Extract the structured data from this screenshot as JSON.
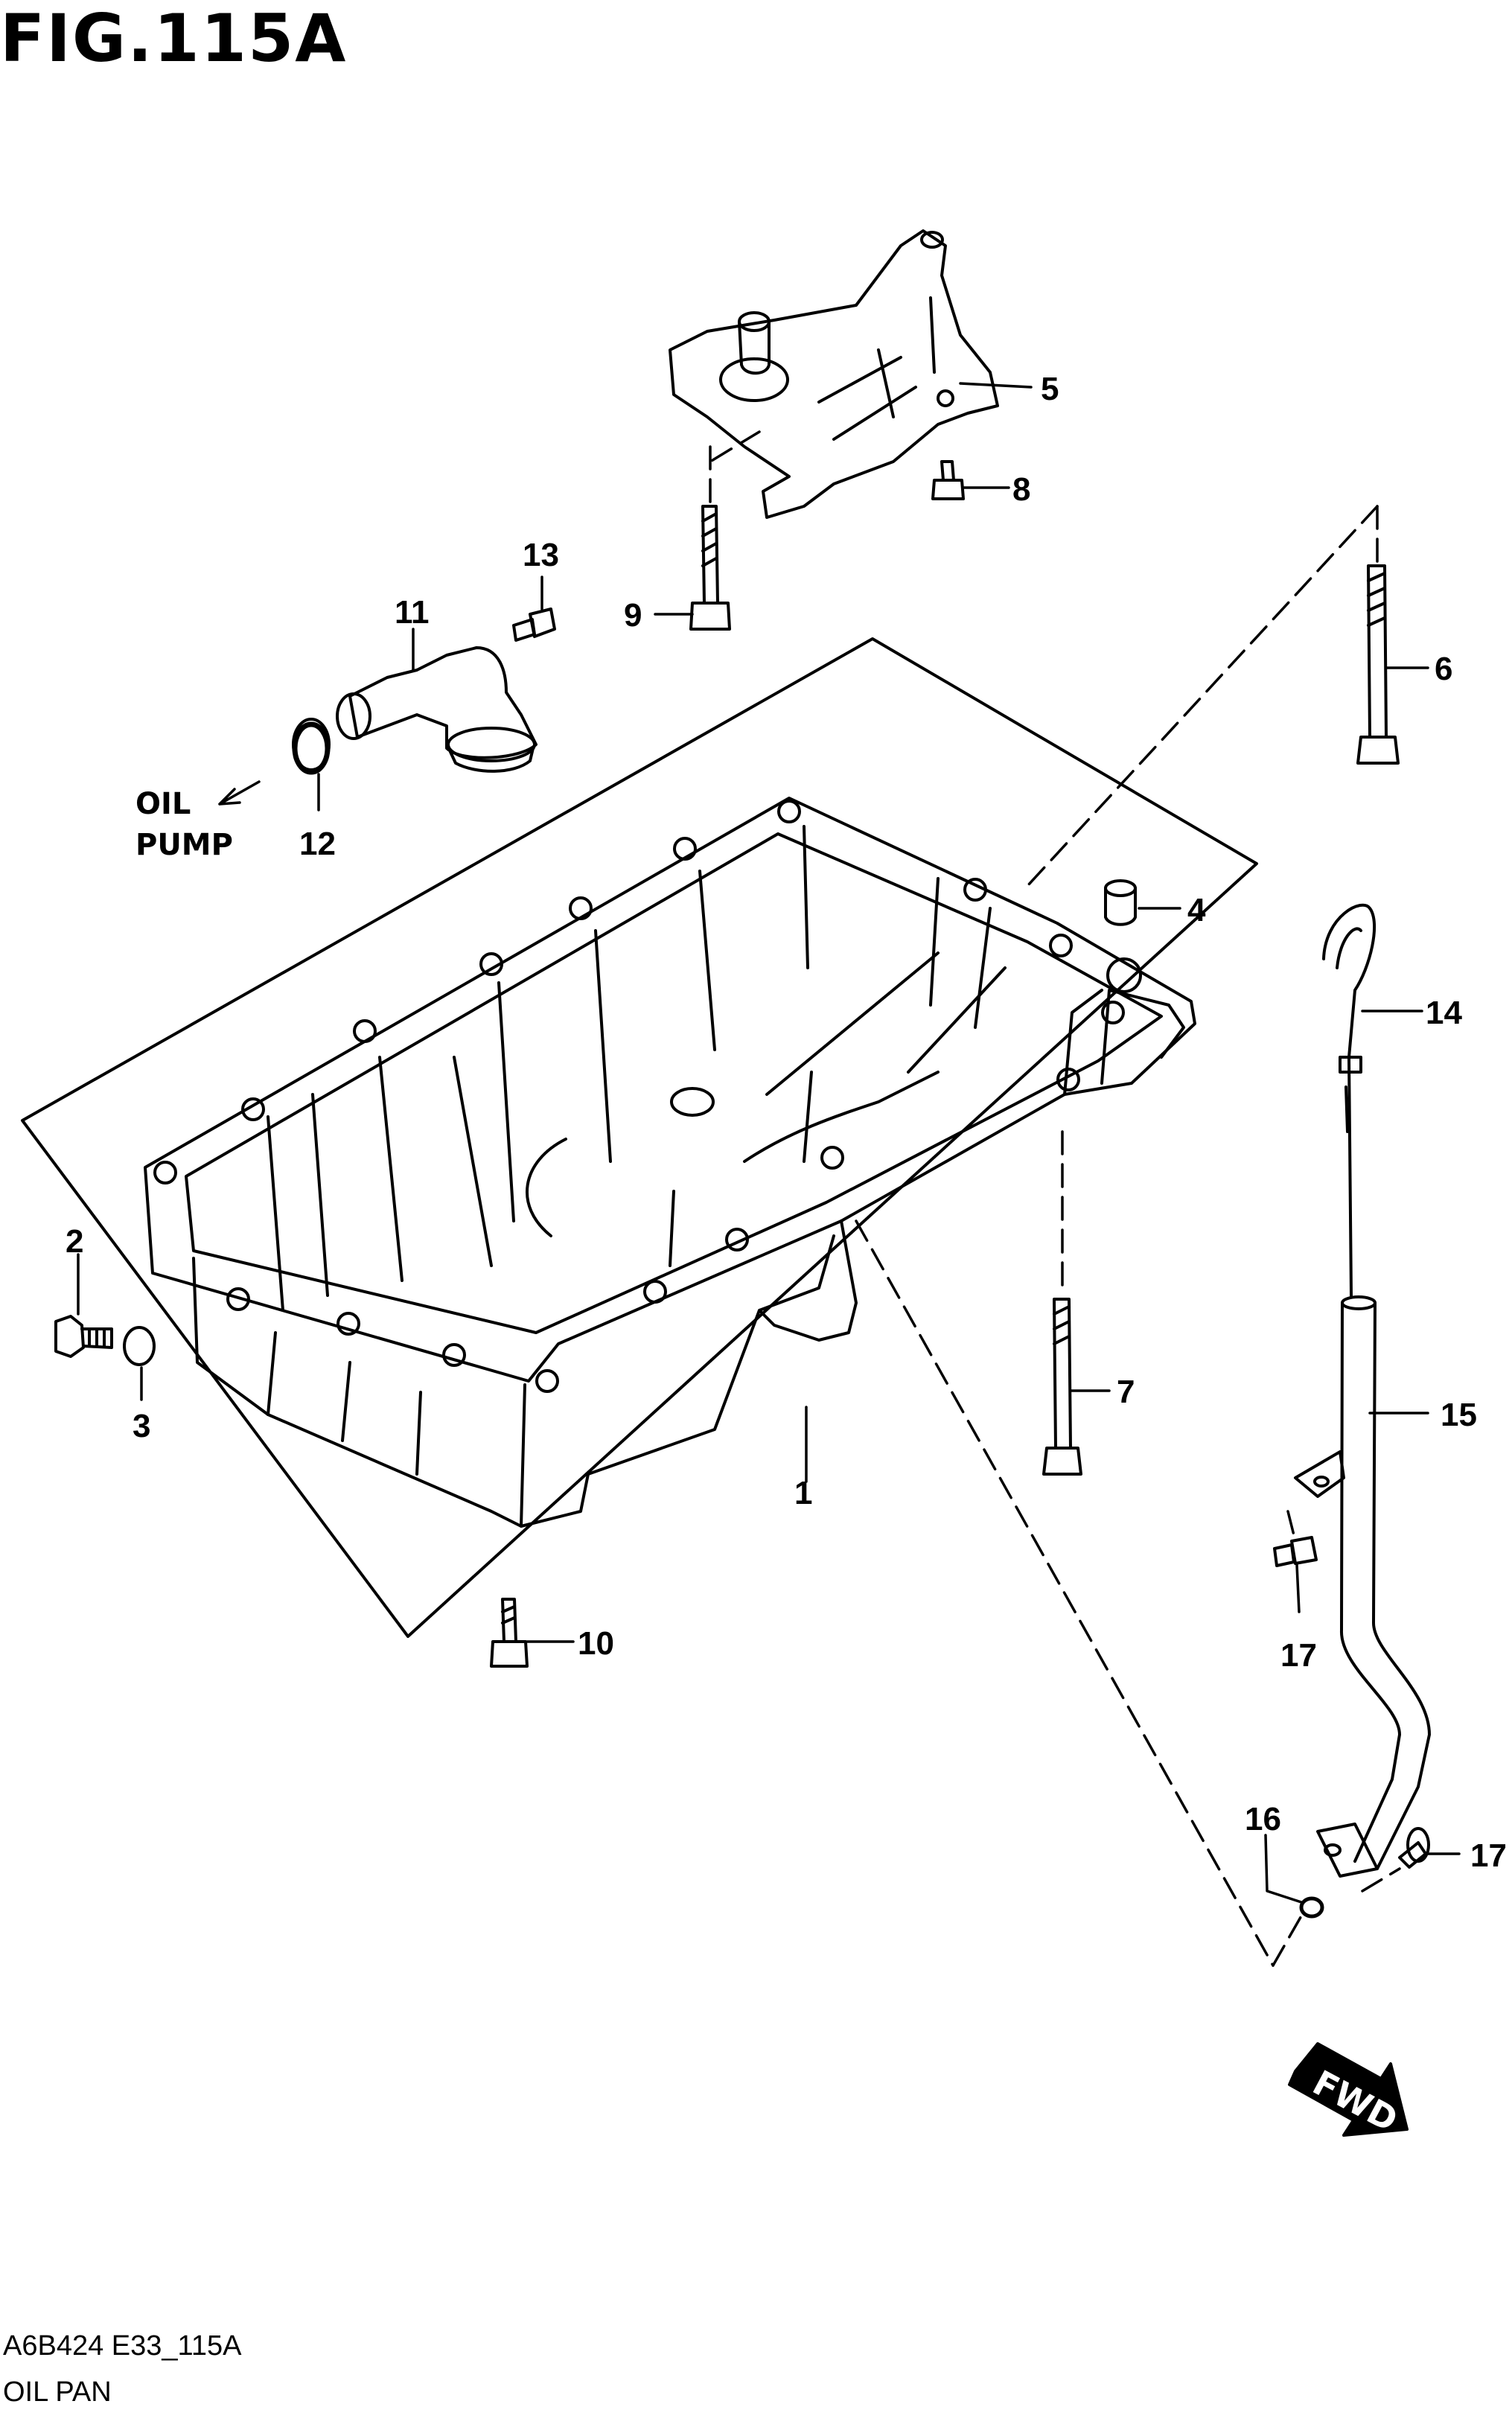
{
  "figure": {
    "title": "FIG.115A",
    "code": "A6B424 E33_115A",
    "name": "OIL PAN"
  },
  "callouts": {
    "p1": "1",
    "p2": "2",
    "p3": "3",
    "p4": "4",
    "p5": "5",
    "p6": "6",
    "p7": "7",
    "p8": "8",
    "p9": "9",
    "p10": "10",
    "p11": "11",
    "p12": "12",
    "p13": "13",
    "p14": "14",
    "p15": "15",
    "p16": "16",
    "p17a": "17",
    "p17b": "17"
  },
  "oil_pump": {
    "line1": "OIL",
    "line2": "PUMP"
  },
  "fwd_label": "FWD",
  "colors": {
    "ink": "#000000",
    "paper": "#ffffff"
  }
}
